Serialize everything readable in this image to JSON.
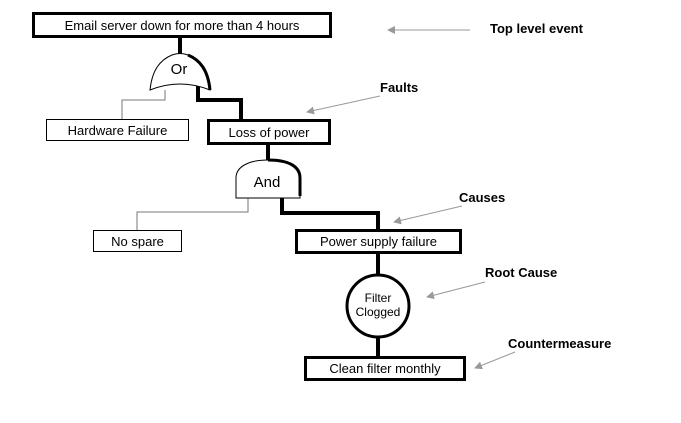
{
  "nodes": {
    "top_event": "Email server down for more than 4 hours",
    "or_gate": "Or",
    "hardware_failure": "Hardware Failure",
    "loss_of_power": "Loss of power",
    "and_gate": "And",
    "no_spare": "No spare",
    "power_supply_failure": "Power supply failure",
    "filter_clogged_line1": "Filter",
    "filter_clogged_line2": "Clogged",
    "clean_filter": "Clean filter monthly"
  },
  "annotations": {
    "top_level_event": "Top level event",
    "faults": "Faults",
    "causes": "Causes",
    "root_cause": "Root Cause",
    "countermeasure": "Countermeasure"
  },
  "colors": {
    "line": "#000000",
    "arrow": "#999999"
  }
}
